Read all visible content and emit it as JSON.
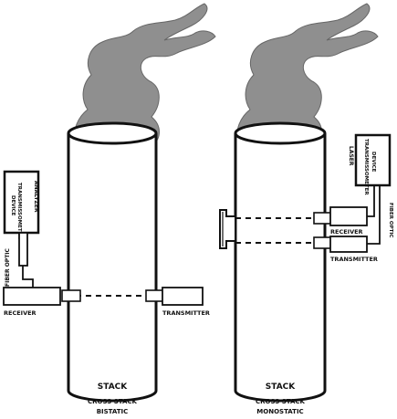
{
  "colors": {
    "smoke": "#8f8f8f",
    "stroke": "#111111",
    "fill": "#ffffff"
  },
  "left": {
    "analyzer": "ANALYZER",
    "analyzer_sub1": "TRANSMISSOMETER",
    "analyzer_sub2": "DEVICE",
    "cable": "FIBER OPTIC",
    "receiver": "RECEIVER",
    "transmitter": "TRANSMITTER",
    "stack": "STACK",
    "caption1": "CROSS STACK",
    "caption2": "BISTATIC"
  },
  "right": {
    "analyzer": "LASER",
    "analyzer_sub1": "TRANSMISSOMETER",
    "analyzer_sub2": "DEVICE",
    "cable": "FIBER OPTIC",
    "receiver": "RECEIVER",
    "transmitter": "TRANSMITTER",
    "stack": "STACK",
    "caption1": "CROSS STACK",
    "caption2": "MONOSTATIC"
  },
  "icons": [
    "smoke-plume-icon",
    "reflector-icon"
  ]
}
